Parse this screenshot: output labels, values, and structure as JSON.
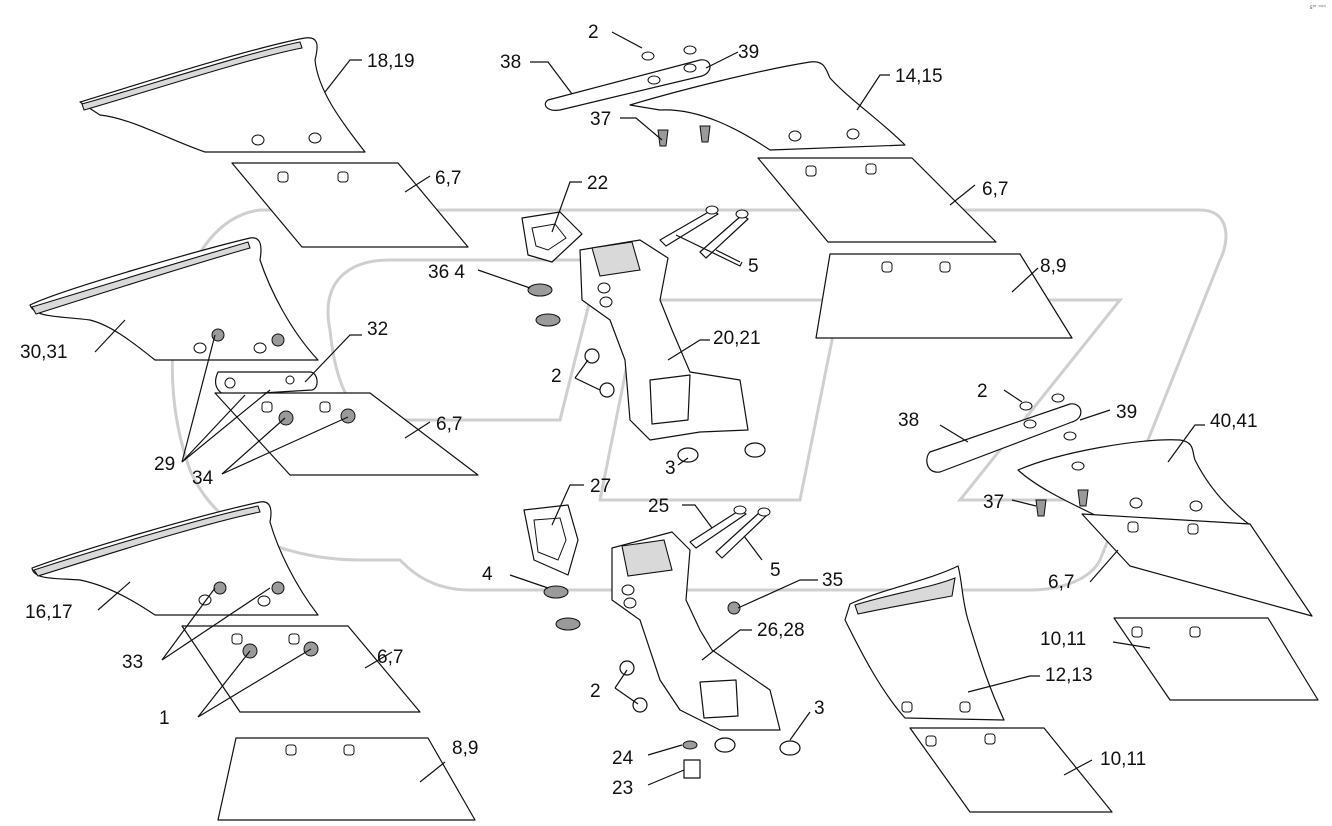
{
  "corner_mark": "sᵉʳ ᵒᵒᵒ",
  "labels": {
    "l_18_19": "18,19",
    "l_2_top": "2",
    "l_39_top": "39",
    "l_38_top": "38",
    "l_14_15": "14,15",
    "l_37_top": "37",
    "l_22": "22",
    "l_6_7_a": "6,7",
    "l_6_7_b": "6,7",
    "l_5_top": "5",
    "l_36_4": "36 4",
    "l_8_9_top": "8,9",
    "l_32": "32",
    "l_20_21": "20,21",
    "l_30_31": "30,31",
    "l_2_mid": "2",
    "l_6_7_c": "6,7",
    "l_2_right": "2",
    "l_39_right": "39",
    "l_38_right": "38",
    "l_40_41": "40,41",
    "l_29": "29",
    "l_34": "34",
    "l_3_mid": "3",
    "l_27": "27",
    "l_25": "25",
    "l_37_right": "37",
    "l_4_low": "4",
    "l_5_low": "5",
    "l_35": "35",
    "l_6_7_d": "6,7",
    "l_16_17": "16,17",
    "l_26_28": "26,28",
    "l_10_11_a": "10,11",
    "l_33": "33",
    "l_6_7_e": "6,7",
    "l_12_13": "12,13",
    "l_1": "1",
    "l_2_low": "2",
    "l_3_low": "3",
    "l_8_9_low": "8,9",
    "l_24": "24",
    "l_10_11_b": "10,11",
    "l_23": "23"
  }
}
